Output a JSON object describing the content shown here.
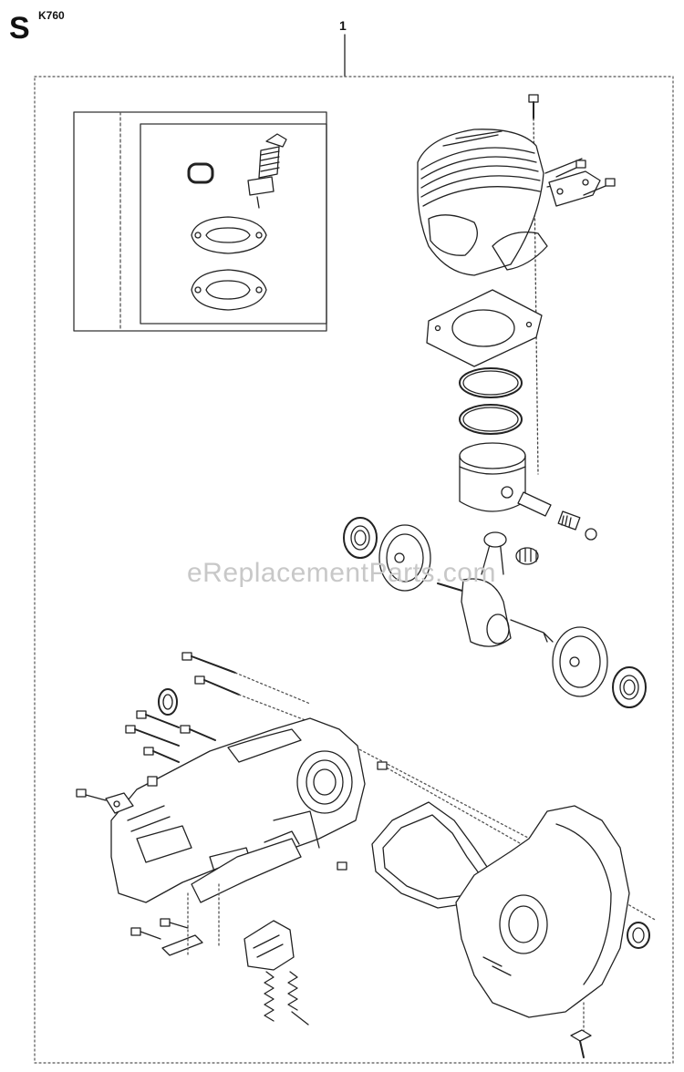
{
  "section_letter": "S",
  "model": "K760",
  "callout_number": "1",
  "watermark": "eReplacementParts.com",
  "parts_icons": [
    "cylinder-icon",
    "piston-icon",
    "piston-ring-icon",
    "gasket-icon",
    "spark-plug-icon",
    "crankshaft-icon",
    "bearing-icon",
    "crankcase-icon",
    "screw-icon",
    "seal-icon",
    "spring-icon",
    "bracket-icon",
    "needle-bearing-icon"
  ]
}
